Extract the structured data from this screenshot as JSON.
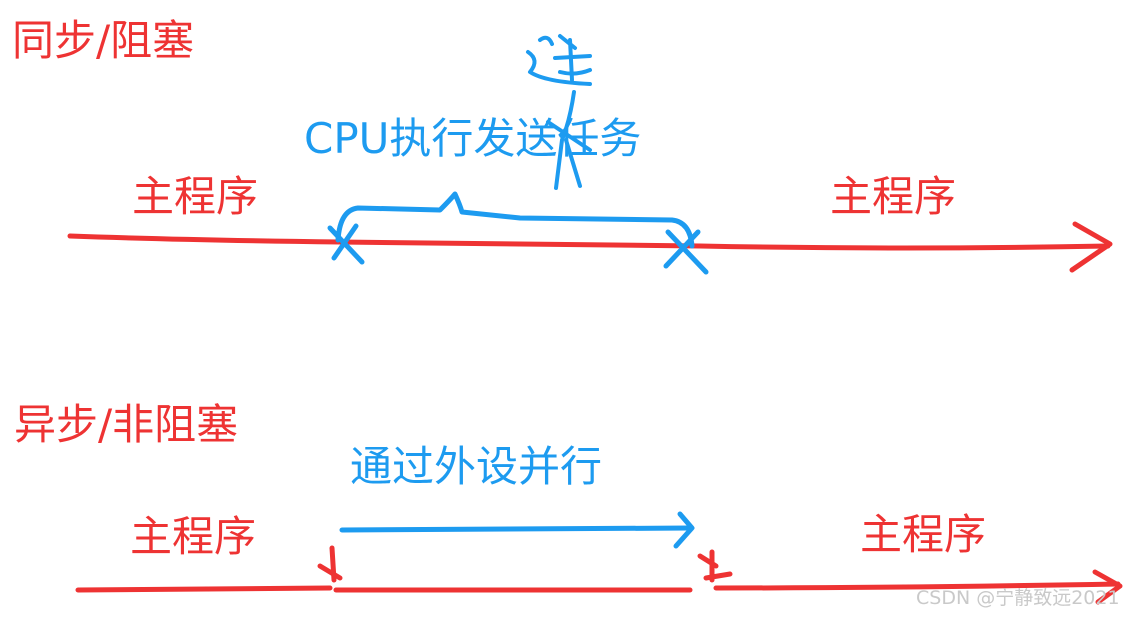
{
  "colors": {
    "red": "#ee3333",
    "blue": "#1d9bf0",
    "watermark": "#c9c9c9"
  },
  "sync": {
    "title": "同步/阻塞",
    "main_left": "主程序",
    "main_right": "主程序",
    "cpu_label": "CPU执行发送任务"
  },
  "async": {
    "title": "异步/非阻塞",
    "main_left": "主程序",
    "main_right": "主程序",
    "peripheral_label": "通过外设并行"
  },
  "watermark": "CSDN @宁静致远2021"
}
